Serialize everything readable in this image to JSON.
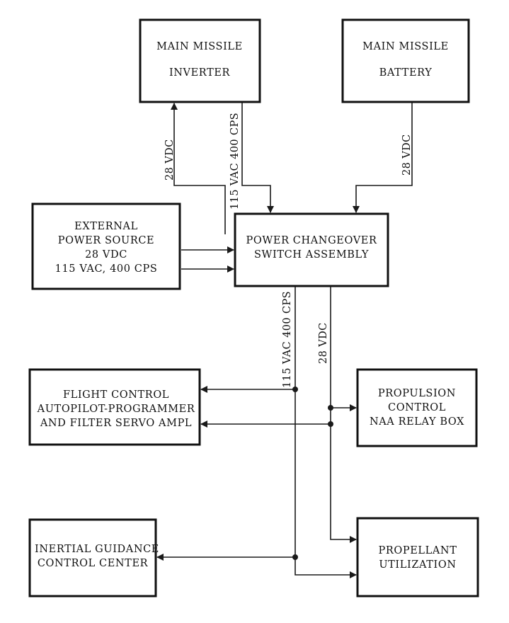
{
  "blocks": {
    "inverter": {
      "lines": [
        "MAIN MISSILE",
        "INVERTER"
      ]
    },
    "battery": {
      "lines": [
        "MAIN MISSILE",
        "BATTERY"
      ]
    },
    "external_power": {
      "lines": [
        "EXTERNAL",
        "POWER SOURCE",
        "28 VDC",
        "115 VAC,  400 CPS"
      ]
    },
    "changeover": {
      "lines": [
        "POWER CHANGEOVER",
        "SWITCH ASSEMBLY"
      ]
    },
    "flight_control": {
      "lines": [
        "FLIGHT CONTROL",
        "AUTOPILOT-PROGRAMMER",
        "AND FILTER SERVO AMPL"
      ]
    },
    "propulsion": {
      "lines": [
        "PROPULSION",
        "CONTROL",
        "NAA RELAY BOX"
      ]
    },
    "guidance": {
      "lines": [
        "INERTIAL GUIDANCE",
        "CONTROL CENTER"
      ]
    },
    "propellant": {
      "lines": [
        "PROPELLANT",
        "UTILIZATION"
      ]
    }
  },
  "wire_labels": {
    "inverter_dc": "28 VDC",
    "inverter_ac": "115 VAC 400 CPS",
    "battery_dc": "28 VDC",
    "bus_ac": "115 VAC 400 CPS",
    "bus_dc": "28 VDC"
  }
}
